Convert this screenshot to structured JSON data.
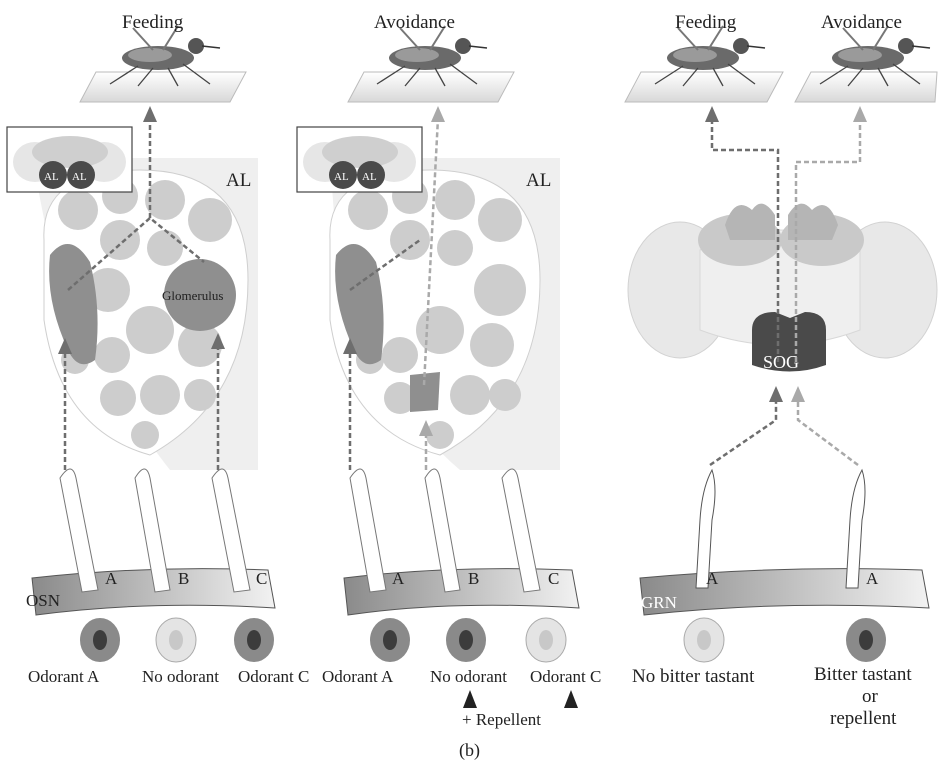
{
  "panels": {
    "left": {
      "behavior": "Feeding",
      "al_label": "AL",
      "inset_labels": [
        "AL",
        "AL"
      ],
      "glomerulus_label": "Glomerulus",
      "tissue_label": "OSN",
      "sensilla": [
        "A",
        "B",
        "C"
      ],
      "stimuli": [
        "Odorant A",
        "No odorant",
        "Odorant C"
      ]
    },
    "middle": {
      "behavior": "Avoidance",
      "al_label": "AL",
      "inset_labels": [
        "AL",
        "AL"
      ],
      "sensilla": [
        "A",
        "B",
        "C"
      ],
      "stimuli": [
        "Odorant A",
        "No odorant",
        "Odorant C"
      ],
      "repellent_note": "+ Repellent"
    },
    "right": {
      "behaviors": [
        "Feeding",
        "Avoidance"
      ],
      "sog_label": "SOG",
      "tissue_label": "GRN",
      "sensilla": [
        "A",
        "A"
      ],
      "stimuli": [
        "No bitter tastant",
        "Bitter tastant",
        "or",
        "repellent"
      ]
    }
  },
  "caption": "(b)",
  "colors": {
    "dark_glomerulus": "#8f8f8f",
    "light_glomerulus": "#cdcdcd",
    "sog": "#4a4a4a",
    "arrow_dark": "#6e6e6e",
    "arrow_light": "#a9a9a9"
  }
}
